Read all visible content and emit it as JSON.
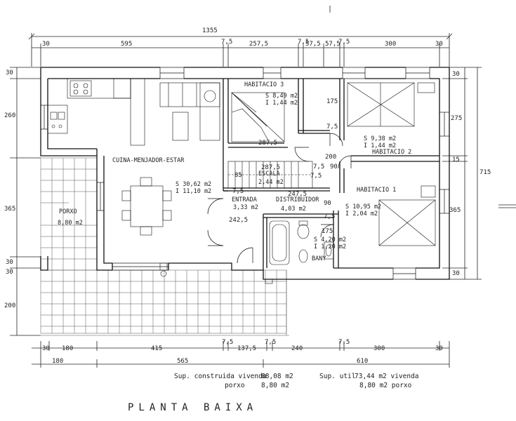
{
  "title": "PLANTA BAIXA",
  "dims": {
    "total_top": "1355",
    "top": [
      "30",
      "595",
      "7,5",
      "257,5",
      "7,5",
      "57,5",
      "57,5",
      "7,5",
      "300",
      "30"
    ],
    "bottom1": [
      "30",
      "180",
      "415",
      "7,5",
      "137,5",
      "7,5",
      "240",
      "7,5",
      "300",
      "30"
    ],
    "bottom2": [
      "180",
      "565",
      "610"
    ],
    "left": [
      "30",
      "260",
      "365",
      "30",
      "30",
      "200"
    ],
    "right": [
      "30",
      "275",
      "15",
      "365",
      "30"
    ],
    "right_total": "715",
    "inner": [
      "175",
      "7,5",
      "200",
      "7,5",
      "90",
      "85",
      "287,5",
      "287,5",
      "7,5",
      "247,5",
      "242,5",
      "90",
      "7,5",
      "175",
      "7,5"
    ]
  },
  "rooms": {
    "hab3": {
      "name": "HABITACIO 3",
      "s": "S 8,49 m2",
      "i": "I 1,44 m2"
    },
    "hab2": {
      "name": "HABITACIO 2",
      "s": "S 9,38 m2",
      "i": "I 1,44 m2"
    },
    "hab1": {
      "name": "HABITACIO 1",
      "s": "S 10,95 m2",
      "i": "I 2,04 m2"
    },
    "cuina": {
      "name": "CUINA-MENJADOR-ESTAR",
      "s": "S 30,62 m2",
      "i": "I 11,10 m2"
    },
    "escala": {
      "name": "ESCALA",
      "s": "2,44 m2"
    },
    "entrada": {
      "name": "ENTRADA",
      "s": "3,33 m2"
    },
    "distribuidor": {
      "name": "DISTRIBUIDOR",
      "s": "4,03 m2"
    },
    "bany": {
      "name": "BANY",
      "s": "S 4,20 m2",
      "i": "I 1,20 m2"
    },
    "porxo": {
      "name": "PORXO",
      "s": "8,80 m2"
    }
  },
  "surfaces": {
    "construida_label": "Sup. construida vivenda",
    "construida_vivenda": "88,08 m2",
    "porxo_label": "porxo",
    "construida_porxo": "8,80 m2",
    "util_label": "Sup. util",
    "util_vivenda": "73,44 m2 vivenda",
    "util_porxo": "8,80 m2 porxo"
  },
  "colors": {
    "line": "#1a1a1a",
    "paper": "#ffffff"
  }
}
